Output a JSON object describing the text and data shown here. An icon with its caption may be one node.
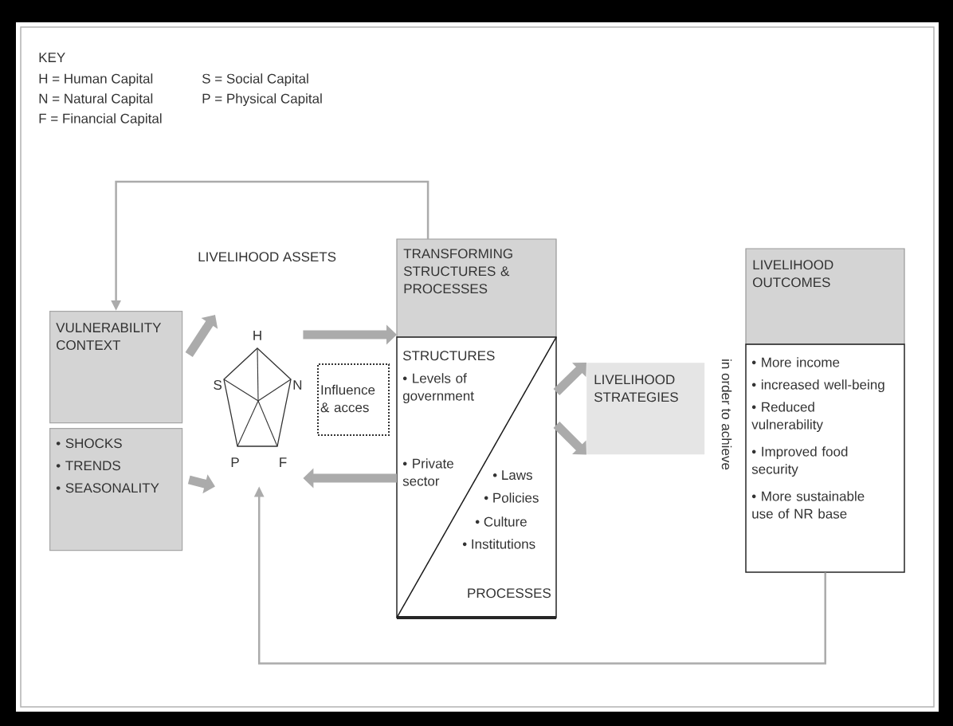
{
  "diagram": {
    "nodes": [
      {
        "text": [
          "VULNERABILITY CONTEXT"
        ]
      },
      {
        "text": [
          "• SHOCKS",
          "• TRENDS",
          "• SEASONALITY"
        ]
      },
      {
        "text": [
          "LIVELIHOOD ASSETS",
          "H",
          "S",
          "N",
          "P",
          "F"
        ]
      },
      {
        "text": [
          "Influence & acces"
        ]
      },
      {
        "text": [
          "TRANSFORMING STRUCTURES & PROCESSES",
          "STRUCTURES",
          "• Levels of government",
          "• Private sector",
          "• Laws",
          "• Policies",
          "• Culture",
          "• Institutions",
          "PROCESSES"
        ]
      },
      {
        "text": [
          "LIVELIHOOD STRATEGIES"
        ]
      },
      {
        "text": [
          "LIVELIHOOD OUTCOMES",
          "• More income",
          "• increased well-being",
          "• Reduced vulnerability",
          "• Improved food security",
          "• More sustainable use of NR base"
        ]
      }
    ],
    "edges": [
      {
        "from": 4,
        "to": 0,
        "arrow": "to"
      },
      {
        "from": 0,
        "to": 2,
        "arrow": "to"
      },
      {
        "from": 1,
        "to": 2,
        "arrow": "to"
      },
      {
        "from": 2,
        "to": 4,
        "arrow": "to"
      },
      {
        "from": 4,
        "to": 2,
        "arrow": "to"
      },
      {
        "from": 4,
        "to": 5,
        "arrow": "to"
      },
      {
        "from": 4,
        "to": 5,
        "arrow": "to"
      },
      {
        "from": 6,
        "to": 2,
        "arrow": "to"
      }
    ],
    "labels": [
      "KEY",
      "H = Human Capital",
      "S = Social Capital",
      "N = Natural Capital",
      "P = Physical Capital",
      "F = Financial Capital",
      "in order to achieve"
    ]
  }
}
